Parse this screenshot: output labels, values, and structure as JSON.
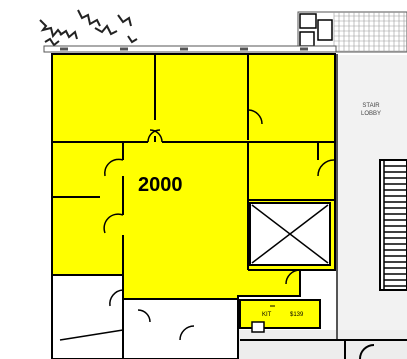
{
  "floor_plan": {
    "suite_label": "2000",
    "stair_lobby_label_line1": "STAIR",
    "stair_lobby_label_line2": "LOBBY",
    "kitchen_label": "KIT",
    "kitchen_room_number": "$139"
  },
  "colors": {
    "suite_fill": "#ffff00",
    "wall": "#000000",
    "lobby_fill": "#f2f2f2",
    "background": "#ffffff",
    "corridor_fill": "#e9e9e9"
  }
}
